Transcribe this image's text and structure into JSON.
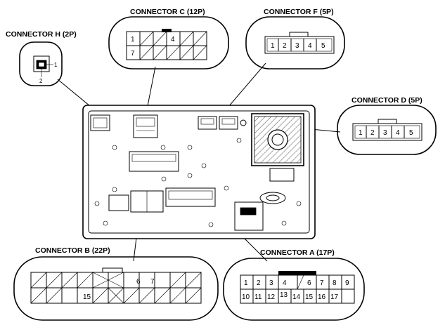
{
  "labels": {
    "connector_c": "CONNECTOR C (12P)",
    "connector_f": "CONNECTOR F (5P)",
    "connector_h": "CONNECTOR H (2P)",
    "connector_d": "CONNECTOR D (5P)",
    "connector_b": "CONNECTOR B (22P)",
    "connector_a": "CONNECTOR A (17P)"
  },
  "pins": {
    "c": {
      "p1": "1",
      "p4": "4",
      "p7": "7"
    },
    "f": [
      "1",
      "2",
      "3",
      "4",
      "5"
    ],
    "d": [
      "1",
      "2",
      "3",
      "4",
      "5"
    ],
    "h": {
      "p1": "1",
      "p2": "2"
    },
    "b": {
      "p6": "6",
      "p7": "7",
      "p15": "15"
    },
    "a_top": [
      "1",
      "2",
      "3",
      "4",
      "6",
      "7",
      "8",
      "9"
    ],
    "a_bottom": [
      "10",
      "11",
      "12",
      "13",
      "14",
      "15",
      "16",
      "17"
    ]
  }
}
